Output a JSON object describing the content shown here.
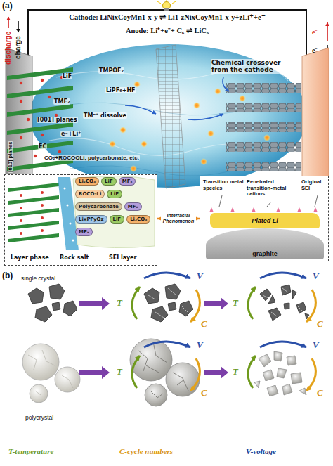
{
  "diagram": {
    "nodes": [
      {
        "text": [
          "Layer phase",
          "Rock salt",
          "SEI layer"
        ]
      },
      {
        "text": [
          "Li₂CO₃"
        ],
        "in": 0
      },
      {
        "text": [
          "LiF"
        ],
        "in": 0
      },
      {
        "text": [
          "MFₓ"
        ],
        "in": 0
      },
      {
        "text": [
          "ROCO₂Li"
        ],
        "in": 0
      },
      {
        "text": [
          "LiF"
        ],
        "in": 0
      },
      {
        "text": [
          "Polycarbonate"
        ],
        "in": 0
      },
      {
        "text": [
          "MFₓ"
        ],
        "in": 0
      },
      {
        "text": [
          "LixPFyOz"
        ],
        "in": 0
      },
      {
        "text": [
          "LiF"
        ],
        "in": 0
      },
      {
        "text": [
          "Li₂CO₃"
        ],
        "in": 0
      },
      {
        "text": [
          "MFₓ"
        ],
        "in": 0
      },
      {
        "text": [
          "Transition metal species",
          "Penetrated transition-metal cations",
          "Original SEI"
        ]
      },
      {
        "text": [
          "Plated Li"
        ],
        "in": 12
      },
      {
        "text": [
          "graphite"
        ],
        "in": 12
      }
    ],
    "edges": [
      {
        "from": 0,
        "to": 12,
        "arrow": "both",
        "label": "Interfacial Phenomenon"
      }
    ],
    "labels": [
      "(a)",
      "Cathode: LiNixCoyMn1-x-y ⇌ Li1-zNixCoyMn1-x-y+zLi⁺+e⁻",
      "Anode: Li⁺+e⁻+ C₆ ⇌ LiC₆",
      "discharge",
      "charge",
      "e⁻",
      "e⁻",
      "[010] planes",
      "LiF",
      "TMPOF₂",
      "LiPF₆+HF",
      "TMF₂",
      "[001] planes",
      "TMⁿ⁺ dissolve",
      "e⁻+Li⁺",
      "EC",
      "CO₂+ROCOOLi, polycarbonate, etc.",
      "Chemical crossover from the cathode",
      "(b)",
      "single crystal",
      "polycrystal",
      "T-temperature",
      "C-cycle numbers",
      "V-voltage",
      "T",
      "V",
      "C",
      "T",
      "V",
      "C",
      "T",
      "V",
      "C",
      "T",
      "V",
      "C"
    ]
  }
}
